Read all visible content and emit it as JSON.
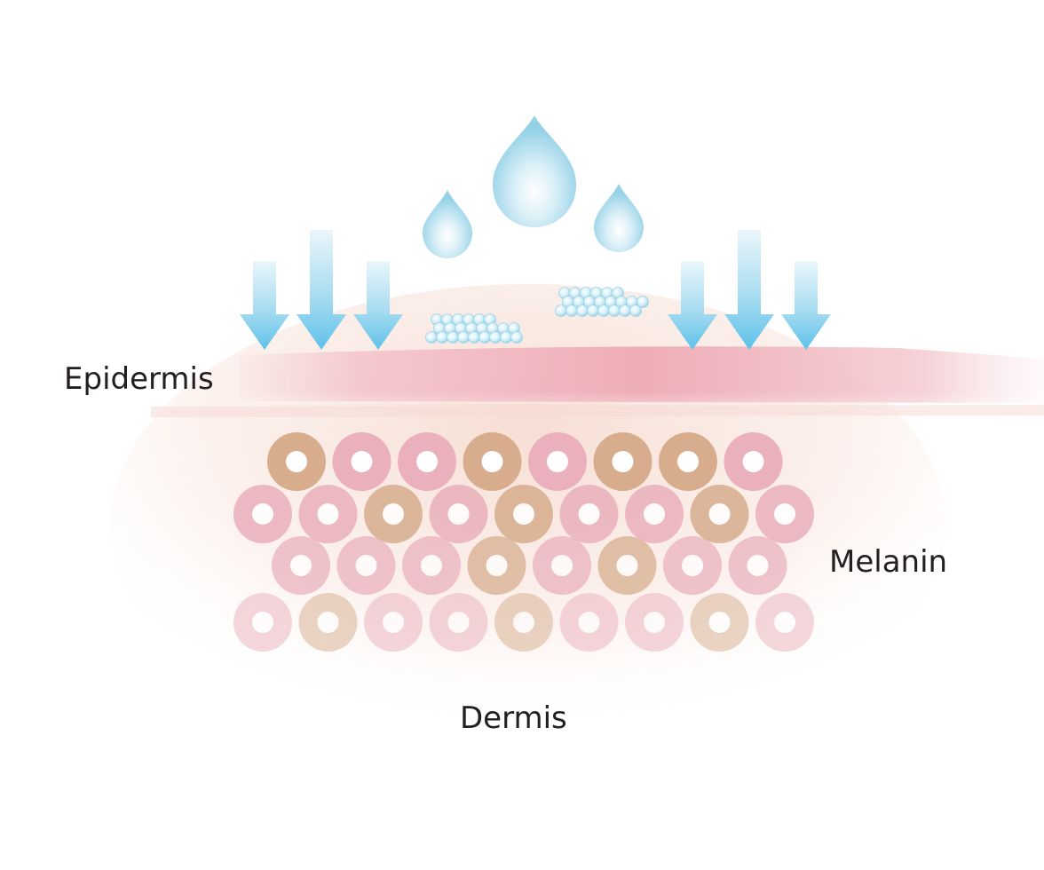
{
  "labels": {
    "epidermis": "Epidermis",
    "melanin": "Melanin",
    "dermis": "Dermis"
  },
  "colors": {
    "background": "#ffffff",
    "water_light": "#e9f6fb",
    "water_dark": "#9fd6ea",
    "arrow_top": "#eaf6fb",
    "arrow_bottom": "#62c3e9",
    "epidermis_band": "#f1b7bf",
    "dermis_glow": "#f6d8cc",
    "cell_pink": "#eab0bb",
    "cell_tan": "#d7ad8d",
    "text": "#231f20"
  },
  "icons": [
    "water-drop-icon",
    "down-arrow-icon",
    "molecule-cluster-icon",
    "skin-cell-icon"
  ],
  "cell_rows": [
    [
      "tan",
      "pink",
      "pink",
      "tan",
      "pink",
      "tan",
      "tan",
      "pink"
    ],
    [
      "pink",
      "pink",
      "tan",
      "pink",
      "tan",
      "pink",
      "pink",
      "tan",
      "pink"
    ],
    [
      "pink",
      "pink",
      "pink",
      "tan",
      "pink",
      "tan",
      "pink",
      "pink"
    ],
    [
      "pink",
      "tan",
      "pink",
      "pink",
      "tan",
      "pink",
      "pink",
      "tan",
      "pink"
    ]
  ]
}
